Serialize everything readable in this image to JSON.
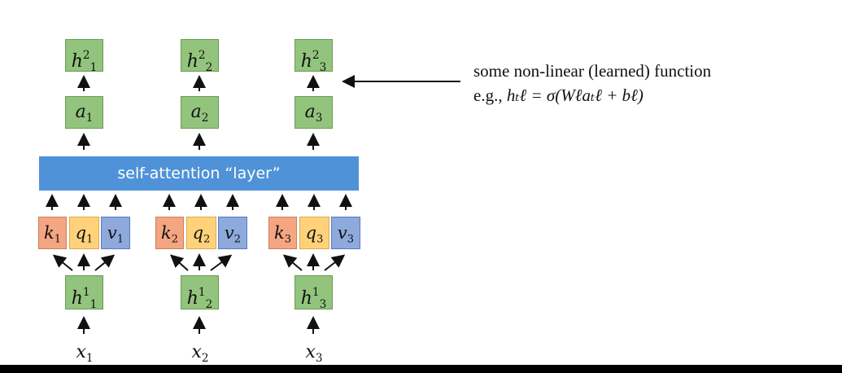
{
  "layer_label": "self-attention “layer”",
  "annotation": {
    "line1": "some non-linear (learned) function",
    "line2_prefix": "e.g., ",
    "line2_math": "hₜℓ = σ(Wℓaₜℓ + bℓ)"
  },
  "columns": [
    {
      "h2": "h",
      "h2_sub": "1",
      "h2_sup": "2",
      "a": "a",
      "a_sub": "1",
      "k": "k",
      "q": "q",
      "v": "v",
      "kqv_sub": "1",
      "h1": "h",
      "h1_sub": "1",
      "h1_sup": "1",
      "x": "x",
      "x_sub": "1"
    },
    {
      "h2": "h",
      "h2_sub": "2",
      "h2_sup": "2",
      "a": "a",
      "a_sub": "2",
      "k": "k",
      "q": "q",
      "v": "v",
      "kqv_sub": "2",
      "h1": "h",
      "h1_sub": "2",
      "h1_sup": "1",
      "x": "x",
      "x_sub": "2"
    },
    {
      "h2": "h",
      "h2_sub": "3",
      "h2_sup": "2",
      "a": "a",
      "a_sub": "3",
      "k": "k",
      "q": "q",
      "v": "v",
      "kqv_sub": "3",
      "h1": "h",
      "h1_sub": "3",
      "h1_sup": "1",
      "x": "x",
      "x_sub": "3"
    }
  ],
  "colors": {
    "output_box": "#93c47d",
    "key_box": "#f4a582",
    "query_box": "#ffd27a",
    "value_box": "#8ea9db",
    "layer_bar": "#4f92d8"
  }
}
